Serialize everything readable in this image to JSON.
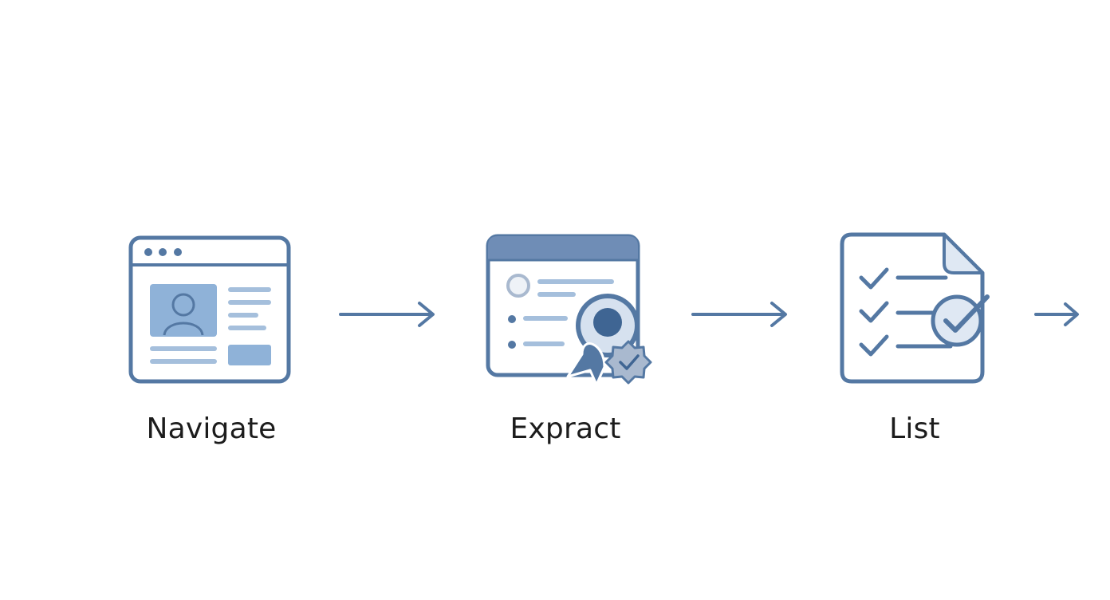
{
  "steps": [
    {
      "label": "Navigate",
      "icon": "browser-profile-icon"
    },
    {
      "label": "Expract",
      "icon": "profile-badge-icon"
    },
    {
      "label": "List",
      "icon": "checklist-document-icon"
    }
  ],
  "colors": {
    "stroke": "#5478a3",
    "fill_light": "#8fb2d8",
    "fill_pale": "#dfe8f3",
    "text": "#1c1c1c",
    "background": "#ffffff"
  }
}
